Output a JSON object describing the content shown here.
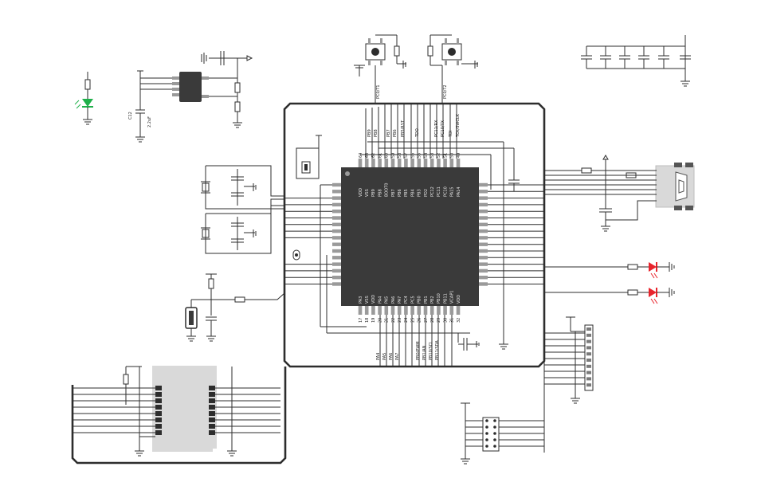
{
  "mcu": {
    "top_pins": [
      {
        "num": "64",
        "name": "VDD"
      },
      {
        "num": "63",
        "name": "VSS"
      },
      {
        "num": "62",
        "name": "PB9"
      },
      {
        "num": "61",
        "name": "PB8"
      },
      {
        "num": "60",
        "name": "BOOT0"
      },
      {
        "num": "59",
        "name": "PB7"
      },
      {
        "num": "58",
        "name": "PB6"
      },
      {
        "num": "57",
        "name": "PB5"
      },
      {
        "num": "56",
        "name": "PB4"
      },
      {
        "num": "55",
        "name": "PB3"
      },
      {
        "num": "54",
        "name": "PD2"
      },
      {
        "num": "53",
        "name": "PC12"
      },
      {
        "num": "52",
        "name": "PC11"
      },
      {
        "num": "51",
        "name": "PC10"
      },
      {
        "num": "50",
        "name": "PA15"
      },
      {
        "num": "49",
        "name": "PA14"
      }
    ],
    "bottom_pins": [
      {
        "num": "17",
        "name": "PA3"
      },
      {
        "num": "18",
        "name": "VSS"
      },
      {
        "num": "19",
        "name": "VDD"
      },
      {
        "num": "20",
        "name": "PA4"
      },
      {
        "num": "21",
        "name": "PA5"
      },
      {
        "num": "22",
        "name": "PA6"
      },
      {
        "num": "23",
        "name": "PA7"
      },
      {
        "num": "24",
        "name": "PC4"
      },
      {
        "num": "25",
        "name": "PC5"
      },
      {
        "num": "26",
        "name": "PB0"
      },
      {
        "num": "27",
        "name": "PB1"
      },
      {
        "num": "28",
        "name": "PB2"
      },
      {
        "num": "29",
        "name": "PB10"
      },
      {
        "num": "30",
        "name": "PB11"
      },
      {
        "num": "31",
        "name": "VCAP1"
      },
      {
        "num": "32",
        "name": "VDD"
      }
    ]
  },
  "net_labels": {
    "top": [
      "PB9",
      "PB8",
      "",
      "PB7",
      "PB6",
      "PB5/RST",
      "",
      "TDO",
      "",
      "PC11/RX",
      "PC10/TX",
      "TDI",
      "TCK/SWCLK"
    ],
    "bottom": [
      "PA4",
      "PA5",
      "PA6",
      "PA7",
      "",
      "",
      "PB0/PWM",
      "PB1/AN",
      "PB10/SCL",
      "PB11/SDA"
    ],
    "button1": "PC0/T1",
    "button2": "PC0/T2"
  },
  "components": {
    "cap_ref": "C12",
    "cap_value": "2.2uF"
  },
  "colors": {
    "power_led": "#1fb04a",
    "user_led": "#e8242c",
    "chip": "#3a3a3a",
    "wire": "#2d2d2d",
    "microsd_area": "#d9d9d9"
  }
}
